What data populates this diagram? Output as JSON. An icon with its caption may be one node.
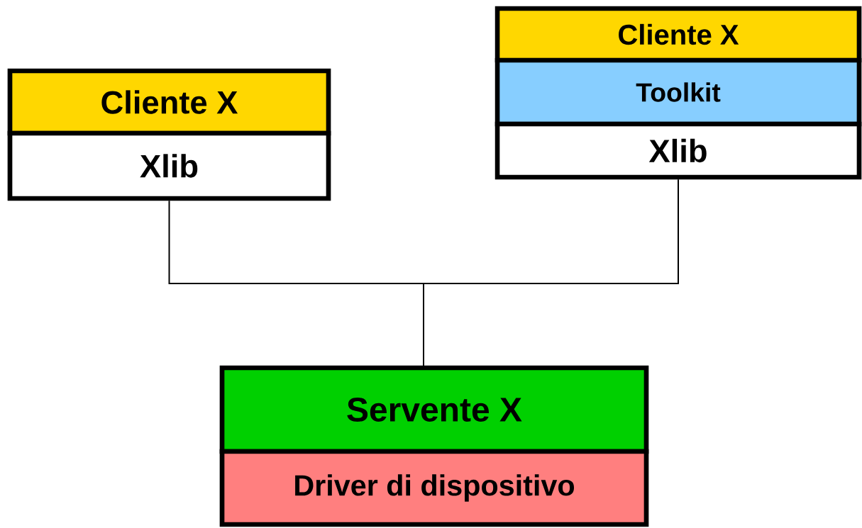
{
  "diagram": {
    "nodes": [
      {
        "text": [
          "Cliente X"
        ]
      },
      {
        "text": [
          "Xlib"
        ]
      },
      {
        "text": [
          "Cliente X"
        ]
      },
      {
        "text": [
          "Toolkit"
        ]
      },
      {
        "text": [
          "Xlib"
        ]
      },
      {
        "text": [
          "Servente X"
        ]
      },
      {
        "text": [
          "Driver di dispositivo"
        ]
      }
    ],
    "edges": [
      {
        "from": 1,
        "to": 5,
        "arrow": "none"
      },
      {
        "from": 4,
        "to": 5,
        "arrow": "none"
      }
    ]
  }
}
